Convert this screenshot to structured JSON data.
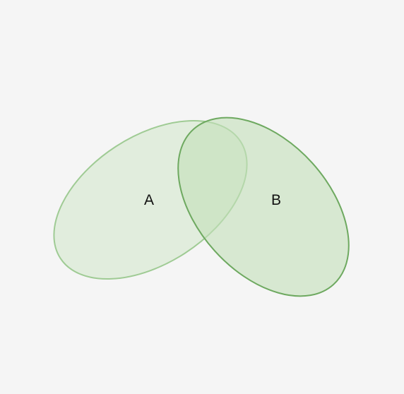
{
  "diagram": {
    "type": "venn",
    "sets": [
      {
        "label": "A",
        "fill_color": "#cfe6c8",
        "stroke_color": "#9fcb94"
      },
      {
        "label": "B",
        "fill_color": "#c3e0b9",
        "stroke_color": "#6ea960"
      }
    ]
  }
}
